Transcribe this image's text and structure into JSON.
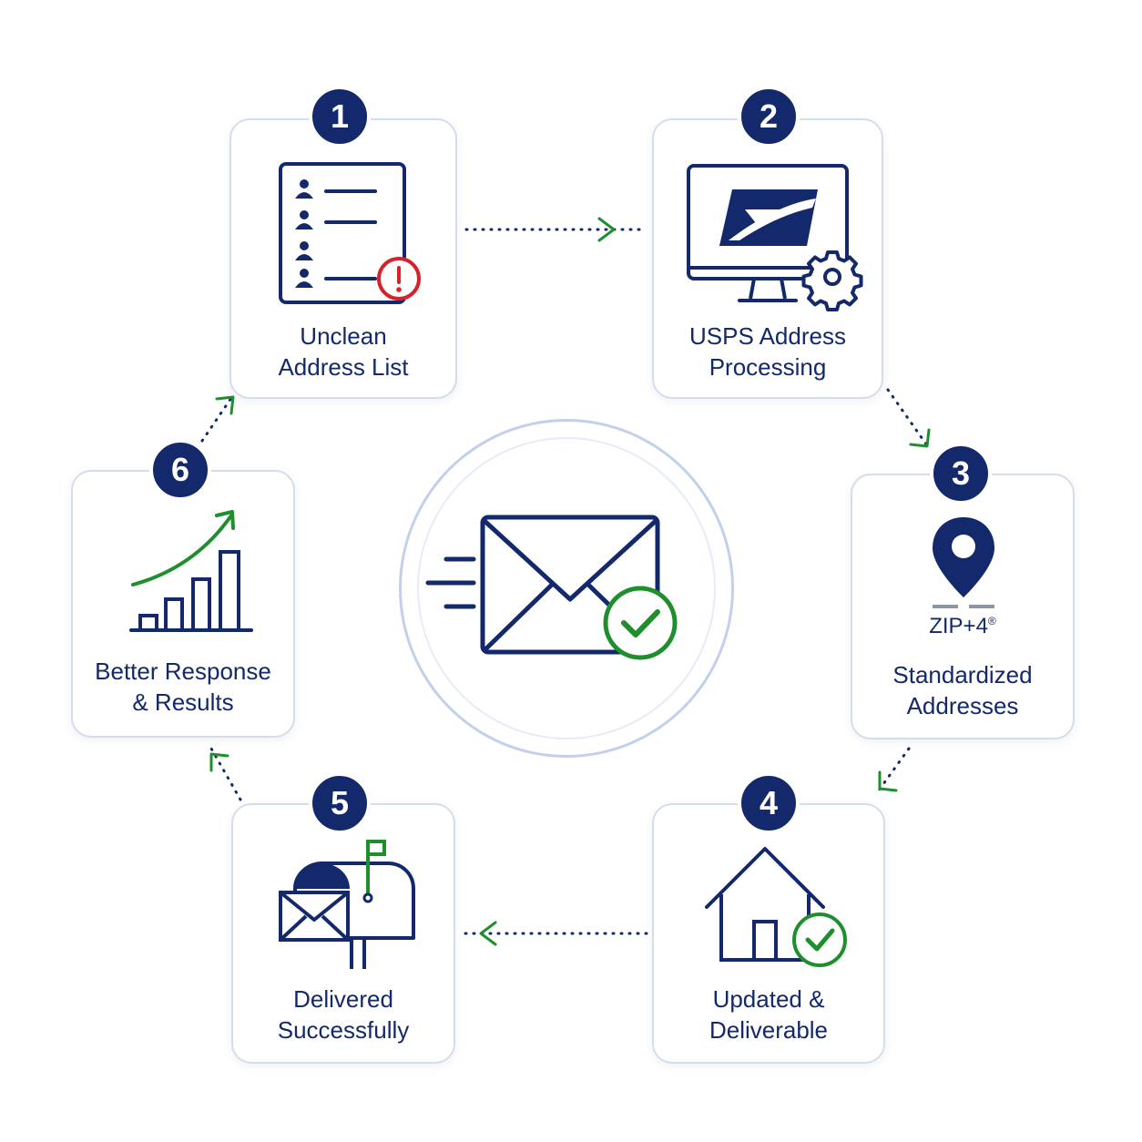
{
  "colors": {
    "navy": "#13296b",
    "green": "#1f8f2e",
    "red": "#d6232b",
    "border": "#d5dded"
  },
  "steps": [
    {
      "number": "1",
      "label": "Unclean\nAddress List",
      "icon": "address-list-alert-icon"
    },
    {
      "number": "2",
      "label": "USPS Address\nProcessing",
      "icon": "usps-monitor-gear-icon"
    },
    {
      "number": "3",
      "label": "Standardized\nAddresses",
      "badge_text": "ZIP+4",
      "badge_mark": "®",
      "icon": "location-pin-icon"
    },
    {
      "number": "4",
      "label": "Updated &\nDeliverable",
      "icon": "house-check-icon"
    },
    {
      "number": "5",
      "label": "Delivered\nSuccessfully",
      "icon": "mailbox-envelope-icon"
    },
    {
      "number": "6",
      "label": "Better Response\n& Results",
      "icon": "growth-chart-icon"
    }
  ],
  "center": {
    "icon": "envelope-check-icon"
  }
}
